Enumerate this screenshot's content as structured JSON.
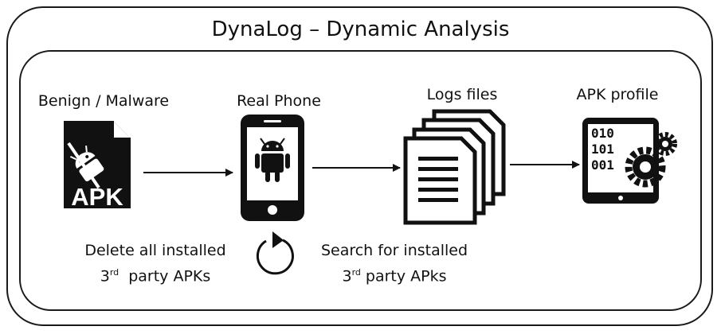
{
  "title": "DynaLog – Dynamic Analysis",
  "stages": [
    {
      "label": "Benign / Malware",
      "icon": "apk-file-icon",
      "badge": "APK"
    },
    {
      "label": "Real Phone",
      "icon": "smartphone-android-icon"
    },
    {
      "label": "Logs files",
      "icon": "stacked-documents-icon"
    },
    {
      "label": "APK profile",
      "icon": "tablet-binary-gears-icon",
      "binary_rows": [
        "010",
        "101",
        "001"
      ]
    }
  ],
  "captions": {
    "delete": {
      "line1": "Delete all installed",
      "pre": "3",
      "sup": "rd",
      "post": "  party APKs"
    },
    "search": {
      "line1": "Search for installed",
      "pre": "3",
      "sup": "rd",
      "post": " party APks"
    }
  },
  "cycle_icon": "refresh-cycle-icon",
  "colors": {
    "ink": "#111111",
    "background": "#ffffff"
  }
}
